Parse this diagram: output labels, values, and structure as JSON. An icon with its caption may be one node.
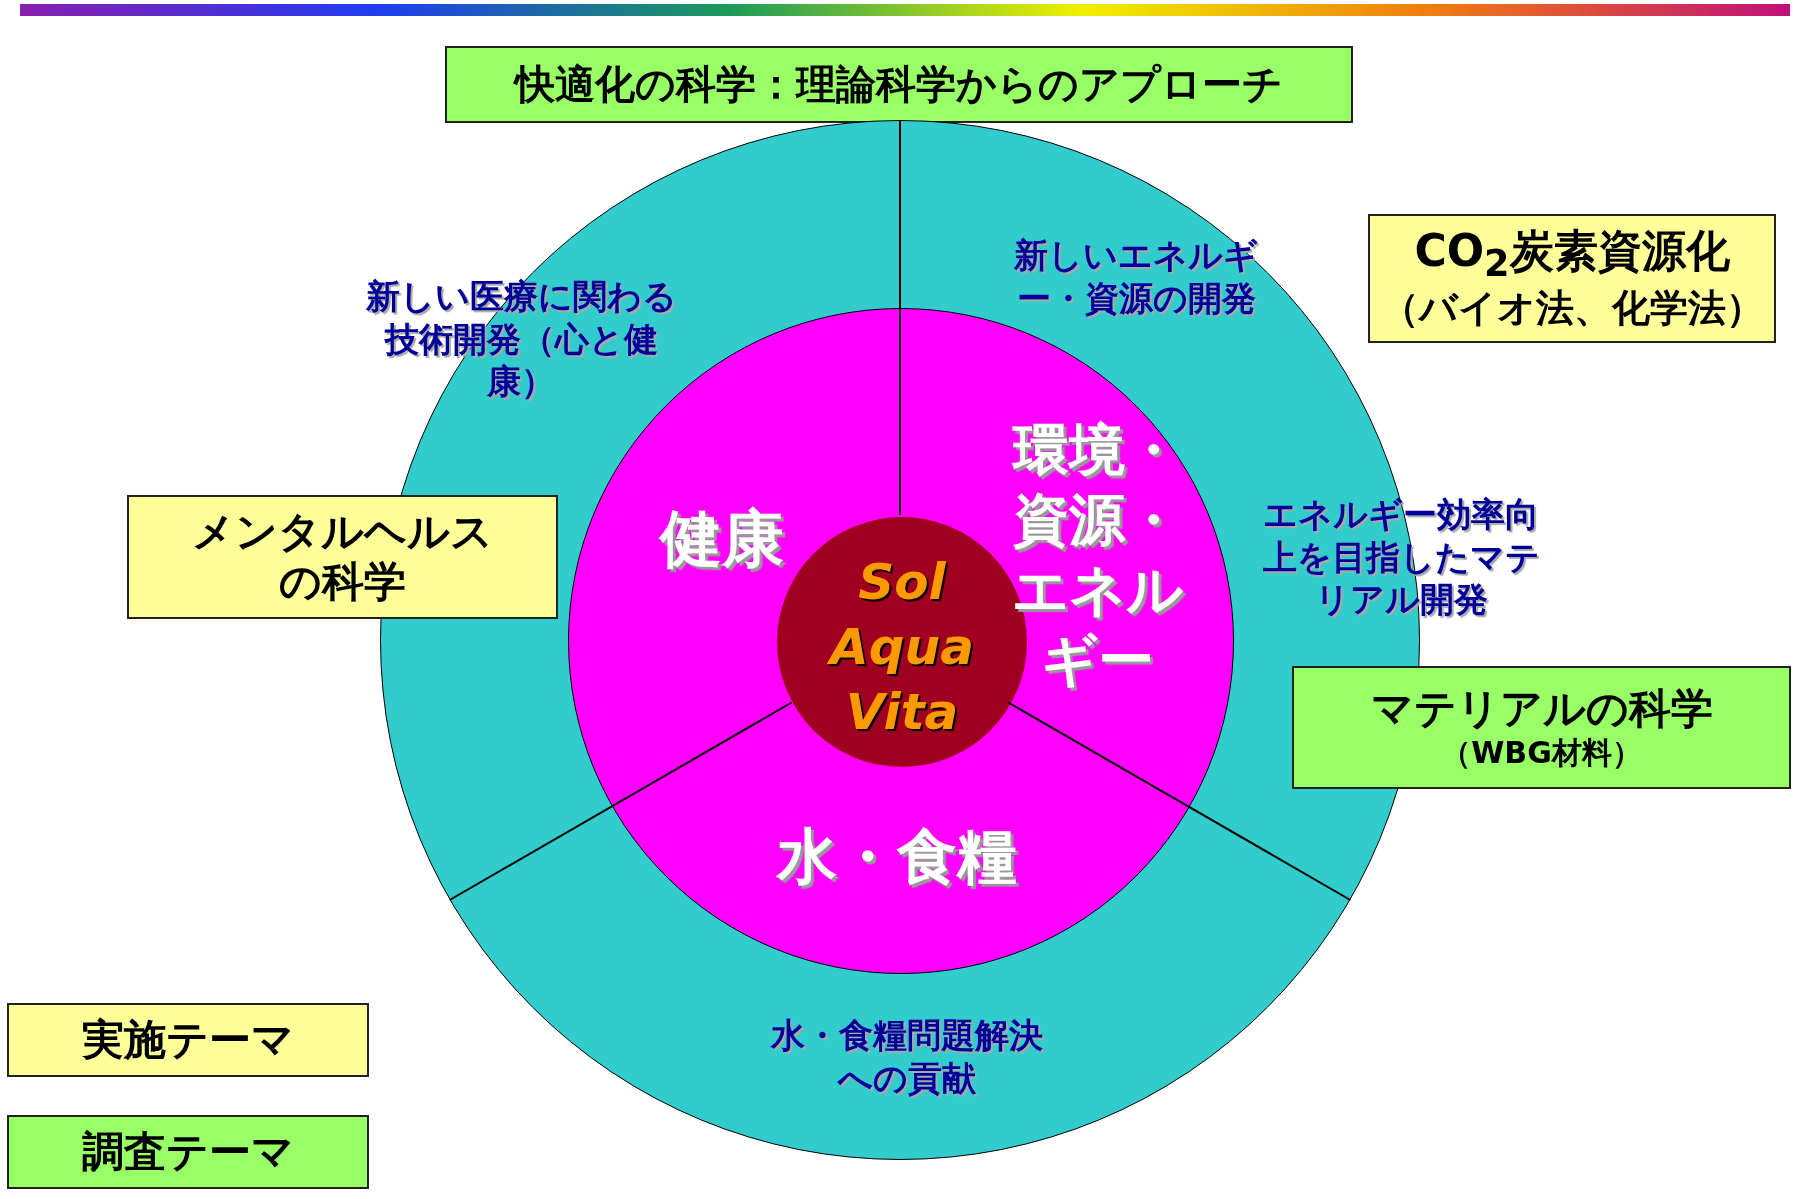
{
  "diagram": {
    "title": "快適化の科学：理論科学からのアプローチ",
    "nodes": [
      {
        "text": [
          "新しい医療に関わる技術開発（心と健康）",
          "新しいエネルギー・資源の開発",
          "エネルギー効率向上を目指したマテリアル開発",
          "水・食糧問題解決への貢献"
        ]
      },
      {
        "text": [
          "健康",
          "環境・資源・エネルギー",
          "水・食糧"
        ],
        "in": 0
      },
      {
        "text": [
          "Sol Aqua Vita"
        ],
        "in": 1
      },
      {
        "text": [
          "CO$_{2}$炭素資源化",
          "（バイオ法、化学法）"
        ]
      },
      {
        "text": [
          "メンタルヘルスの科学"
        ]
      },
      {
        "text": [
          "マテリアルの科学",
          "（WBG材料）"
        ]
      }
    ],
    "edges": [],
    "legend": [
      {
        "text": "実施テーマ",
        "color": "#ffff99"
      },
      {
        "text": "調査テーマ",
        "color": "#99ff66"
      }
    ]
  }
}
